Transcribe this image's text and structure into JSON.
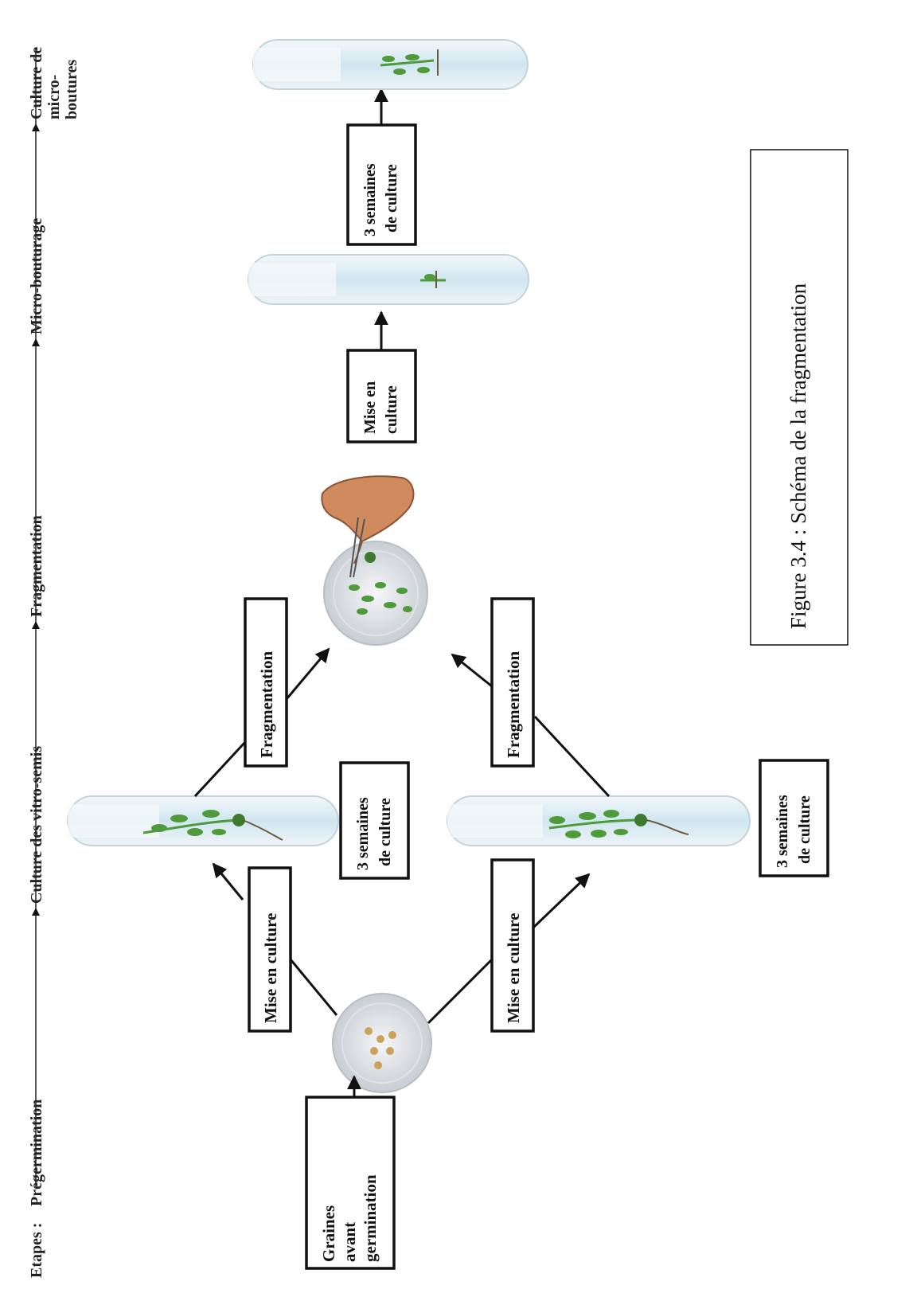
{
  "stages": {
    "prefix": "Etapes :",
    "items": [
      "Prégermination",
      "Culture des vitro-semis",
      "Fragmentation",
      "Micro-bouturage"
    ],
    "last": [
      "Culture de",
      "micro-",
      "boutures"
    ]
  },
  "boxes": {
    "graines": [
      "Graines",
      "avant",
      "germination"
    ],
    "mise_top": [
      "Mise en culture"
    ],
    "mise_bottom": [
      "Mise en culture"
    ],
    "semaines_top": [
      "3 semaines",
      "de culture"
    ],
    "semaines_bottom": [
      "3 semaines",
      "de culture"
    ],
    "frag_top": [
      "Fragmentation"
    ],
    "frag_bottom": [
      "Fragmentation"
    ],
    "mise_right": [
      "Mise en",
      "culture"
    ],
    "semaines_right": [
      "3 semaines",
      "de culture"
    ]
  },
  "caption": "Figure 3.4 : Schéma de la fragmentation",
  "colors": {
    "tube": "#d6eaf2",
    "plant": "#4f9a3a",
    "dish": "#e6e9ed",
    "hand": "#cf8a5e"
  }
}
